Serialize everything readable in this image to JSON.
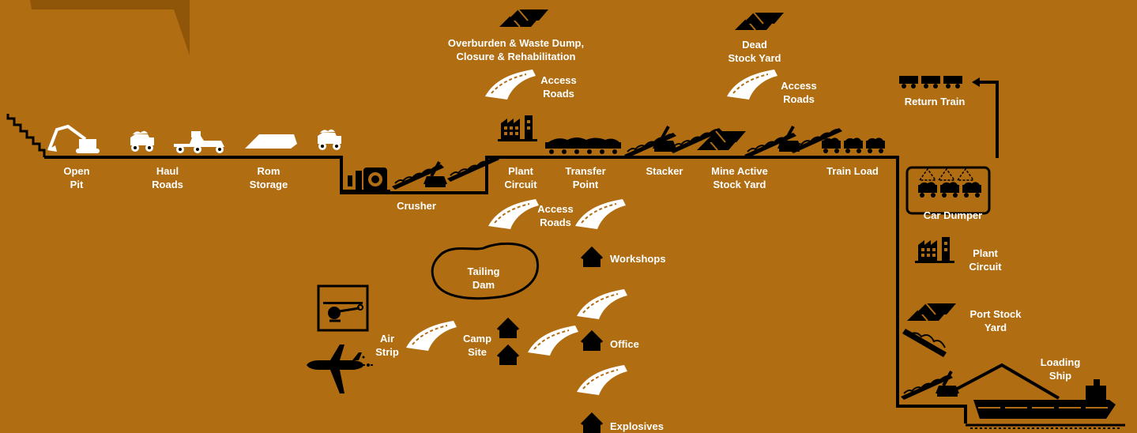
{
  "colors": {
    "background": "#b06d12",
    "ink": "#000000",
    "road": "#ffffff",
    "label": "#ffffff",
    "label_dark": "#000000"
  },
  "labels": {
    "open_pit": "Open\nPit",
    "haul_roads": "Haul\nRoads",
    "rom_storage": "Rom\nStorage",
    "crusher": "Crusher",
    "plant_circuit": "Plant\nCircuit",
    "transfer_point": "Transfer\nPoint",
    "stacker": "Stacker",
    "mine_active_stock_yard": "Mine Active\nStock Yard",
    "train_load": "Train Load",
    "overburden": "Overburden & Waste Dump,\nClosure & Rehabilitation",
    "dead_stock_yard": "Dead\nStock Yard",
    "access_roads_1": "Access\nRoads",
    "access_roads_2": "Access\nRoads",
    "access_roads_3": "Access\nRoads",
    "return_train": "Return Train",
    "car_dumper": "Car Dumper",
    "plant_circuit_port": "Plant\nCircuit",
    "port_stock_yard": "Port Stock\nYard",
    "loading_ship": "Loading\nShip",
    "tailing_dam": "Tailing\nDam",
    "workshops": "Workshops",
    "office": "Office",
    "explosives": "Explosives",
    "air_strip": "Air\nStrip",
    "camp_site": "Camp\nSite"
  },
  "icons": [
    "stairs-icon",
    "excavator-icon",
    "haul-truck-icon",
    "grader-icon",
    "stockpile-icon",
    "dump-truck-icon",
    "crusher-icon",
    "conveyor-icon",
    "factory-icon",
    "stacker-icon",
    "train-icon",
    "road-icon",
    "arrow-icon",
    "ship-icon",
    "helicopter-icon",
    "airplane-icon",
    "house-icon",
    "tailing-dam-icon"
  ]
}
